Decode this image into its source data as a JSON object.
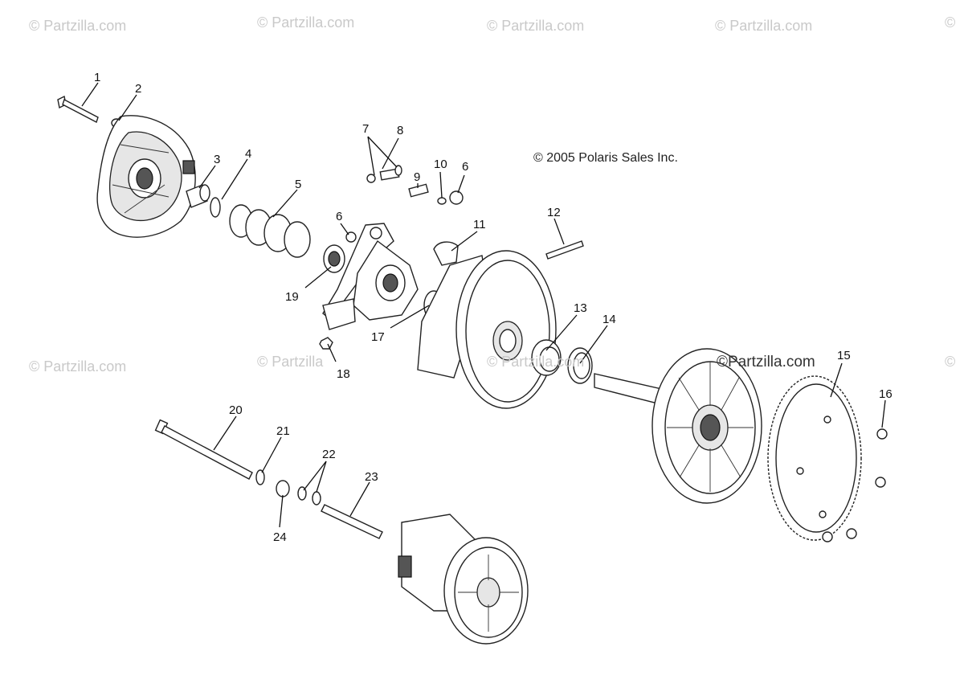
{
  "copyright": "© 2005 Polaris Sales Inc.",
  "watermarks": [
    "© Partzilla.com",
    "© Partzilla.com",
    "© Partzilla.com",
    "© Partzilla.com",
    "©",
    "© Partzilla.com",
    "© Partzilla",
    "© Partzilla.com",
    "©"
  ],
  "watermark_brand": "©Partzilla.com",
  "callouts": [
    "1",
    "2",
    "3",
    "4",
    "5",
    "6",
    "7",
    "8",
    "9",
    "10",
    "6",
    "11",
    "12",
    "13",
    "14",
    "15",
    "16",
    "17",
    "18",
    "19",
    "20",
    "21",
    "22",
    "23",
    "24"
  ]
}
